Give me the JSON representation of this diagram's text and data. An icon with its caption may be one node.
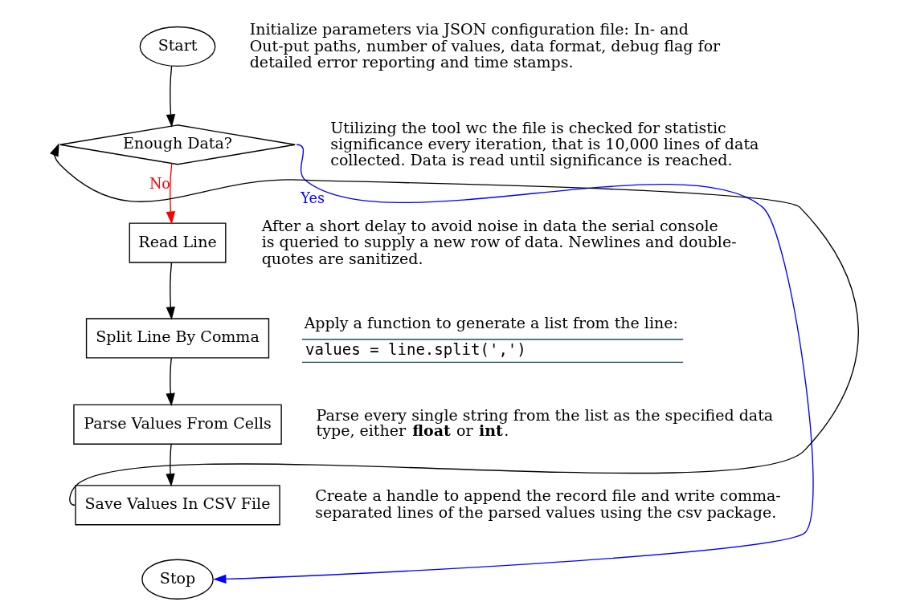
{
  "diagram": {
    "nodes": [
      {
        "text": [
          "Start"
        ],
        "beside": [
          "Initialize parameters via JSON configuration file: In- and Out-put paths, number of values, data format, debug flag for detailed error reporting and time stamps."
        ]
      },
      {
        "text": [
          "Enough Data?"
        ],
        "beside": [
          "Utilizing the tool wc the file is checked for statistic significance every iteration, that is 10,000 lines of data collected. Data is read until significance is reached."
        ]
      },
      {
        "text": [
          "Read Line"
        ],
        "beside": [
          "After a short delay to avoid noise in data the serial console is queried to supply a new row of data. Newlines and double-quotes are sanitized."
        ]
      },
      {
        "text": [
          "Split Line By Comma"
        ],
        "beside": [
          "Apply a function to generate a list from the line:",
          "values = line.split(',')"
        ]
      },
      {
        "text": [
          "Parse Values From Cells"
        ],
        "beside": [
          "Parse every single string from the list as the specified data type, either **float** or **int**."
        ]
      },
      {
        "text": [
          "Save Values In CSV File"
        ],
        "beside": [
          "Create a handle to append the record file and write comma-separated lines of the parsed values using the csv package."
        ]
      },
      {
        "text": [
          "Stop"
        ]
      }
    ],
    "edges": [
      {
        "from": 0,
        "to": 1,
        "arrow": "to"
      },
      {
        "from": 1,
        "to": 2,
        "arrow": "to",
        "label": "No",
        "color": "#ff0000"
      },
      {
        "from": 2,
        "to": 3,
        "arrow": "to"
      },
      {
        "from": 3,
        "to": 4,
        "arrow": "to"
      },
      {
        "from": 4,
        "to": 5,
        "arrow": "to"
      },
      {
        "from": 5,
        "to": 1,
        "arrow": "to"
      },
      {
        "from": 1,
        "to": 6,
        "arrow": "to",
        "label": "Yes",
        "color": "#0000ff"
      }
    ]
  }
}
